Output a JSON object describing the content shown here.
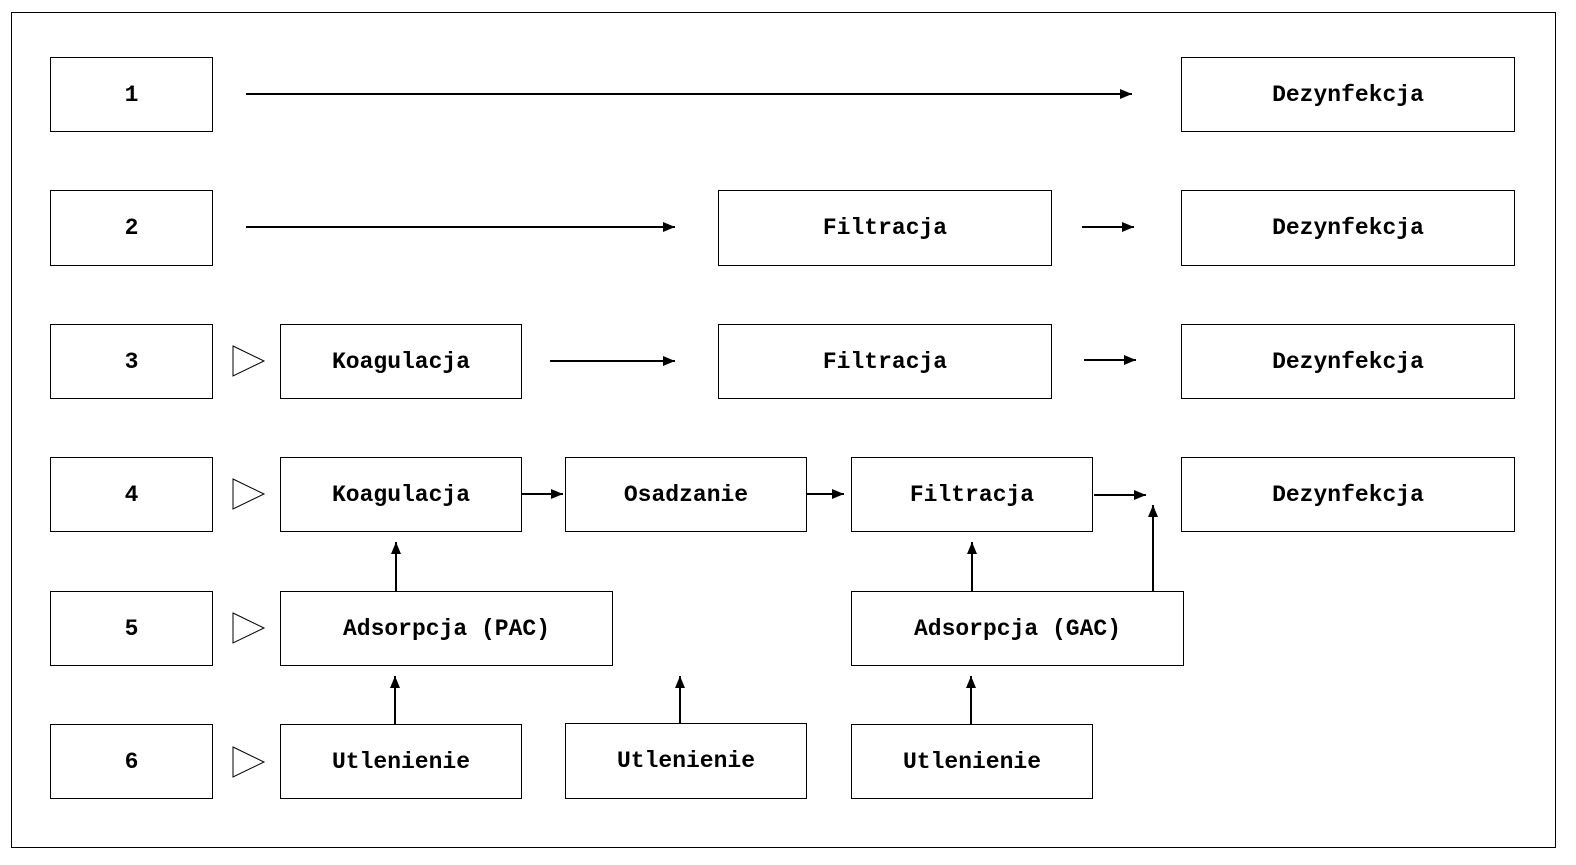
{
  "rows": [
    {
      "number": "1"
    },
    {
      "number": "2"
    },
    {
      "number": "3"
    },
    {
      "number": "4"
    },
    {
      "number": "5"
    },
    {
      "number": "6"
    }
  ],
  "row1": {
    "disinfection": "Dezynfekcja"
  },
  "row2": {
    "filtration": "Filtracja",
    "disinfection": "Dezynfekcja"
  },
  "row3": {
    "coagulation": "Koagulacja",
    "filtration": "Filtracja",
    "disinfection": "Dezynfekcja"
  },
  "row4": {
    "coagulation": "Koagulacja",
    "sedimentation": "Osadzanie",
    "filtration": "Filtracja",
    "disinfection": "Dezynfekcja"
  },
  "row5": {
    "adsorption_pac": "Adsorpcja (PAC)",
    "adsorption_gac": "Adsorpcja (GAC)"
  },
  "row6": {
    "oxidation_1": "Utlenienie",
    "oxidation_2": "Utlenienie",
    "oxidation_3": "Utlenienie"
  }
}
